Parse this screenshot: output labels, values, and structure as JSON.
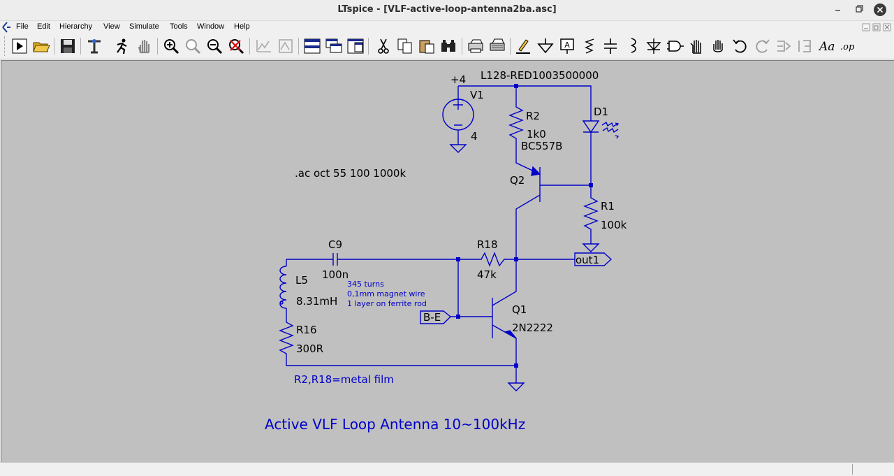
{
  "window": {
    "title": "LTspice - [VLF-active-loop-antenna2ba.asc]"
  },
  "menu": [
    {
      "label": "File"
    },
    {
      "label": "Edit"
    },
    {
      "label": "Hierarchy"
    },
    {
      "label": "View"
    },
    {
      "label": "Simulate"
    },
    {
      "label": "Tools"
    },
    {
      "label": "Window"
    },
    {
      "label": "Help"
    }
  ],
  "toolbar_icons": [
    "run-icon",
    "open-icon",
    "save-icon",
    "control-panel-icon",
    "halt-icon",
    "pan-icon",
    "zoom-in-icon",
    "zoom-fit-icon",
    "zoom-out-icon",
    "zoom-cancel-icon",
    "autorange-icon",
    "mark-icon",
    "tile-horizontal-icon",
    "cascade-icon",
    "tile-icon",
    "cut-icon",
    "copy-icon",
    "paste-icon",
    "find-icon",
    "print-setup-icon",
    "print-icon",
    "draw-wire-icon",
    "ground-icon",
    "label-net-icon",
    "resistor-icon",
    "capacitor-icon",
    "inductor-icon",
    "diode-icon",
    "component-icon",
    "move-icon",
    "drag-icon",
    "undo-icon",
    "redo-icon",
    "rotate-icon",
    "mirror-icon",
    "text-icon",
    "spice-directive-icon"
  ],
  "schematic": {
    "supply_net": "+4",
    "supply_net_label": "L128-RED1003500000",
    "components": {
      "v1": {
        "name": "V1",
        "value": "4"
      },
      "r2": {
        "name": "R2",
        "value": "1k0"
      },
      "d1": {
        "name": "D1"
      },
      "q2": {
        "name": "Q2",
        "value": "BC557B"
      },
      "r1": {
        "name": "R1",
        "value": "100k"
      },
      "c9": {
        "name": "C9",
        "value": "100n"
      },
      "r18": {
        "name": "R18",
        "value": "47k"
      },
      "l5": {
        "name": "L5",
        "value": "8.31mH"
      },
      "r16": {
        "name": "R16",
        "value": "300R"
      },
      "q1": {
        "name": "Q1",
        "value": "2N2222"
      }
    },
    "ports": {
      "out": "out1",
      "be": "B-E"
    },
    "directive": ".ac oct 55 100 1000k",
    "coil_notes": [
      "345 turns",
      "0,1mm magnet wire",
      "1 layer on ferrite rod"
    ],
    "note_resistors": "R2,R18=metal film",
    "title_note": "Active VLF Loop Antenna 10~100kHz"
  },
  "colors": {
    "wire": "#0000c8",
    "canvas": "#c0c0c0",
    "text": "#000000",
    "comment": "#0000c8"
  }
}
